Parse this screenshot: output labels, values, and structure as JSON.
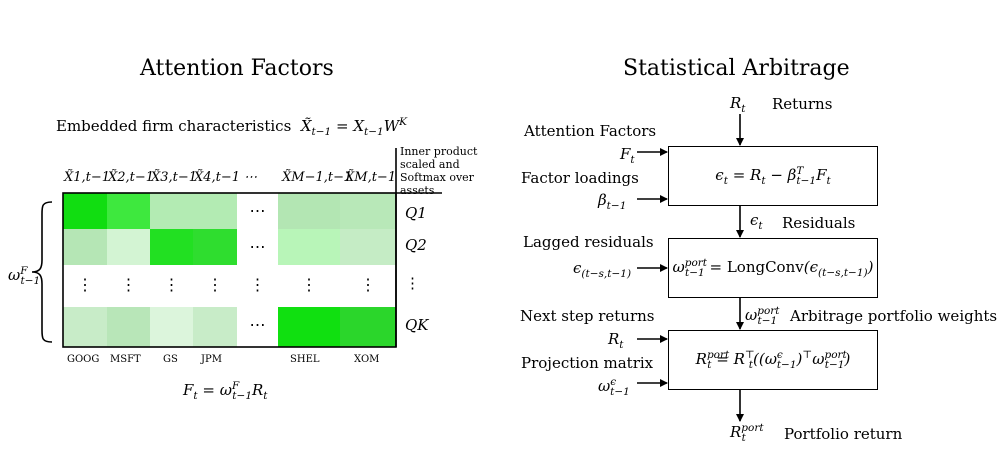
{
  "left": {
    "title": "Attention Factors",
    "embedded_label": "Embedded firm characteristics X̃t−1 = Xt−1W^K",
    "inner_product_note": "Inner product scaled and Softmax over assets",
    "column_headers": [
      "X̃1,t−1",
      "X̃2,t−1",
      "X̃3,t−1",
      "X̃4,t−1",
      "⋯",
      "X̃M−1,t−1",
      "X̃M,t−1"
    ],
    "row_labels": [
      "Q1",
      "Q2",
      "⋮",
      "QK"
    ],
    "tickers": [
      "GOOG",
      "MSFT",
      "GS",
      "JPM",
      "SHEL",
      "XOM"
    ],
    "omega_label": "ωt−1^F",
    "factor_eq": "Ft = ωt−1^F Rt",
    "heatmap_colors": [
      [
        "#11dd11",
        "#3ee83e",
        "#b3ebb3",
        "#b3ebb3",
        "",
        "#b3e6b3",
        "#b8e8b8"
      ],
      [
        "#b5e6b5",
        "#d3f4d3",
        "#22e022",
        "#2fdd2f",
        "",
        "#b8f5b8",
        "#c5ecc5"
      ],
      [
        "",
        "",
        "",
        "",
        "",
        "",
        ""
      ],
      [
        "#c8ecc8",
        "#b8e6b8",
        "#dcf5dc",
        "#c8ecc8",
        "",
        "#10e010",
        "#2bd62b"
      ]
    ]
  },
  "right": {
    "title": "Statistical Arbitrage",
    "returns_label": "Returns",
    "attention_factors_label": "Attention Factors",
    "factor_loadings_label": "Factor loadings",
    "residuals_label": "Residuals",
    "lagged_residuals_label": "Lagged residuals",
    "next_step_returns_label": "Next step returns",
    "arb_weights_label": "Arbitrage portfolio weights",
    "projection_matrix_label": "Projection matrix",
    "portfolio_return_label": "Portfolio return",
    "box1_eq": "εt = Rt − βt−1^T Ft",
    "box2_eq": "ωt−1^port = LongConv(ε(t−s,t−1))",
    "box3_eq": "Rt^port = Rt^⊤((ωt−1^ε)^⊤ ωt−1^port)",
    "inputs": {
      "Rt_top": "Rt",
      "Ft": "Ft",
      "beta": "βt−1",
      "eps_res": "εt",
      "eps_lag": "ε(t−s,t−1)",
      "omega_port": "ωt−1^port",
      "Rt_next": "Rt",
      "omega_eps": "ωt−1^ε",
      "Rt_port_out": "Rt^port"
    }
  }
}
